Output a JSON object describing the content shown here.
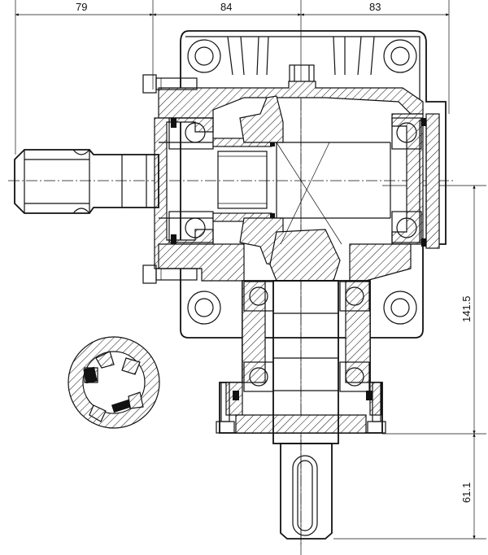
{
  "dimensions": {
    "top_left": "79",
    "top_middle": "84",
    "top_right": "83",
    "right_upper": "141.5",
    "right_lower": "61.1"
  }
}
